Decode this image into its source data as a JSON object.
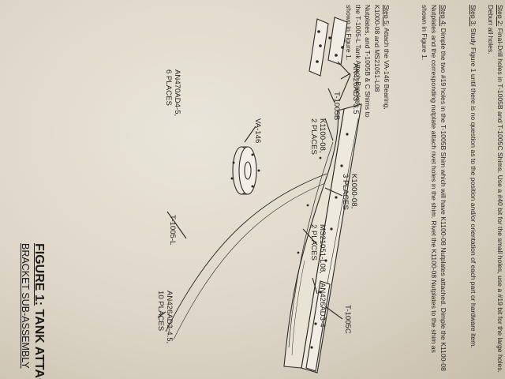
{
  "steps": [
    {
      "label": "Step 2:",
      "text": " Final-Drill holes in T-1005B and T-1005C Shims. Use a #40 bit for the small holes, use a #19 bit for the large holes. Deburr all holes."
    },
    {
      "label": "Step 3:",
      "text": " Study Figure 1 until there is no question as to the position and/or orientation of each part or hardware item."
    },
    {
      "label": "Step 4:",
      "text": " Dimple the two #19 holes in the T-1005B Shim which will have K1100-08 Nutplates attached. Dimple the K1100-08 Nutplates and the corresponding nutplate attach rivet holes in the shim. Rivet the K1100-08 Nutplates to the shim as shown in Figure 1."
    },
    {
      "label": "Step 5:",
      "text": " Attach the VA-146 Bearing, K1000-08 and MS21051-L08 Nutplates, and T-1005B & C Shims to the T-1005-L Tank Attach Bracket as shown in Figure 1."
    }
  ],
  "figure": {
    "number": "FIGURE 1:",
    "title_line1": "TANK ATTACH",
    "title_line2": "BRACKET SUB-ASSEMBLY"
  },
  "labels": {
    "an426_35": "AN426AD3-3.5",
    "t1005b": "T-1005B",
    "k1100": "K1100-08,",
    "k1100_places": "2 PLACES",
    "k1000": "K1000-08,",
    "k1000_places": "3 PLACES",
    "t1005c": "T-1005C",
    "ms21051": "MS21051-L08,",
    "ms21051_places": "2 PLACES",
    "an426_4": "AN426AD3-4",
    "va146": "VA-146",
    "t1005l": "T-1005-L",
    "an470": "AN470AD4-5,",
    "an470_places": "6 PLACES",
    "an426_45": "AN426AD3-4.5,",
    "an426_45_places": "10 PLACES"
  }
}
